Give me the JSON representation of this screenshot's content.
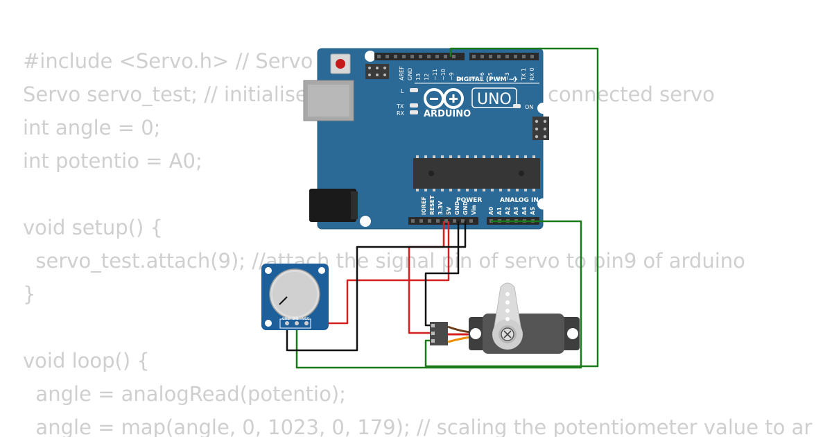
{
  "code": [
    "#include <Servo.h> // Servo",
    "Servo servo_test; // initialise",
    "int angle = 0;",
    "int potentio = A0;",
    "",
    "void setup() {",
    "  servo_test.attach(9); //attach the signal pin of servo to pin9 of arduino",
    "}",
    "",
    "void loop() {",
    "  angle = analogRead(potentio);",
    "  angle = map(angle, 0, 1023, 0, 179); // scaling the potentiometer value to ar"
  ],
  "code_overflow_fragment": "connected servo",
  "board": {
    "name": "ARDUINO",
    "model": "UNO",
    "digital_header": "DIGITAL (PWM ~)",
    "power_header": "POWER",
    "analog_header": "ANALOG IN",
    "on_label": "ON",
    "led_l": "L",
    "led_tx": "TX",
    "led_rx": "RX",
    "digital_pins": [
      "AREF",
      "GND",
      "13",
      "12",
      "~11",
      "~10",
      "~9",
      "8",
      "7",
      "~6",
      "~5",
      "4",
      "~3",
      "2",
      "TX 1",
      "RX 0"
    ],
    "power_pins": [
      "IOREF",
      "RESET",
      "3.3V",
      "5V",
      "GND",
      "GND",
      "Vin"
    ],
    "analog_pins": [
      "A0",
      "A1",
      "A2",
      "A3",
      "A4",
      "A5"
    ]
  },
  "potentiometer": {
    "pins": [
      "GND",
      "SIG",
      "VCC"
    ]
  },
  "colors": {
    "board": "#2b6a96",
    "wire_green": "#1a7a1a",
    "wire_red": "#d62020",
    "wire_black": "#111111",
    "code_text": "#cfcfcf"
  }
}
